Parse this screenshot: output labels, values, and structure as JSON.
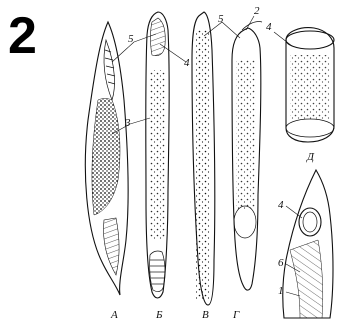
{
  "figure": {
    "number": "2"
  },
  "callouts": {
    "n1": "1",
    "n2": "2",
    "n3": "3",
    "n4": "4",
    "n5": "5",
    "n6": "6"
  },
  "panels": {
    "a": "А",
    "b": "Б",
    "v": "В",
    "g": "Г",
    "d": "Д"
  }
}
